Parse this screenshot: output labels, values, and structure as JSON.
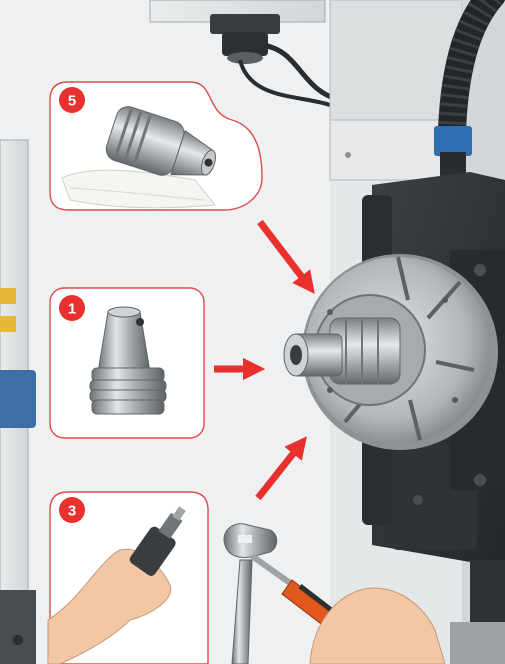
{
  "steps": [
    {
      "number": "5",
      "subject": "collet-on-cloth"
    },
    {
      "number": "1",
      "subject": "tapered-collet"
    },
    {
      "number": "3",
      "subject": "collet-in-hand"
    }
  ],
  "colors": {
    "step_badge": "#e8312f",
    "callout_outline": "#e14a4a",
    "arrow": "#e8302c",
    "machine_housing": "#2f3234",
    "chuck_metal": "#b8bcbf",
    "cable_guard_blue": "#2f6fb6",
    "wrench_handle": "#e2571c"
  },
  "icons": [
    "collet-icon",
    "wrench-icon",
    "screwdriver-icon",
    "cloth-icon",
    "arrow-icon"
  ]
}
